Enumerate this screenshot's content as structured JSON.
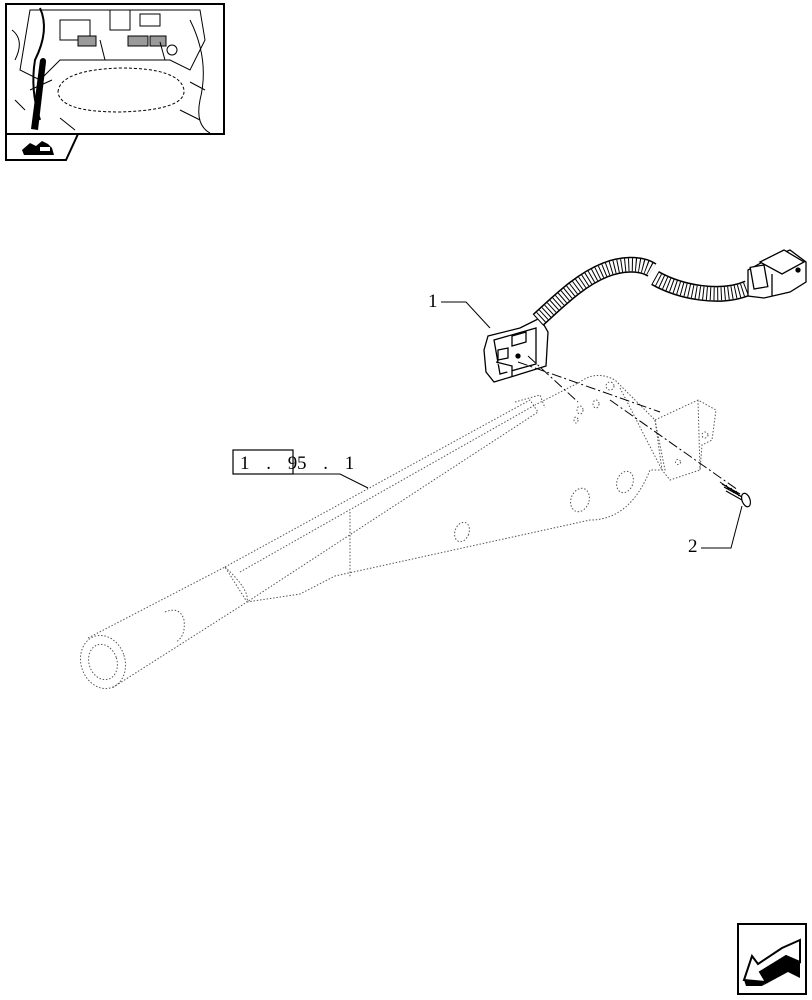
{
  "diagram": {
    "callouts": [
      {
        "id": "1",
        "label": "1"
      },
      {
        "id": "2",
        "label": "2"
      }
    ],
    "reference": {
      "boxed": "1 . 9",
      "trailing": "5 . 1"
    },
    "icons": {
      "thumbnail": "location-thumbnail-icon",
      "section": "tractor-section-icon",
      "navigation": "next-page-arrow-icon"
    }
  }
}
